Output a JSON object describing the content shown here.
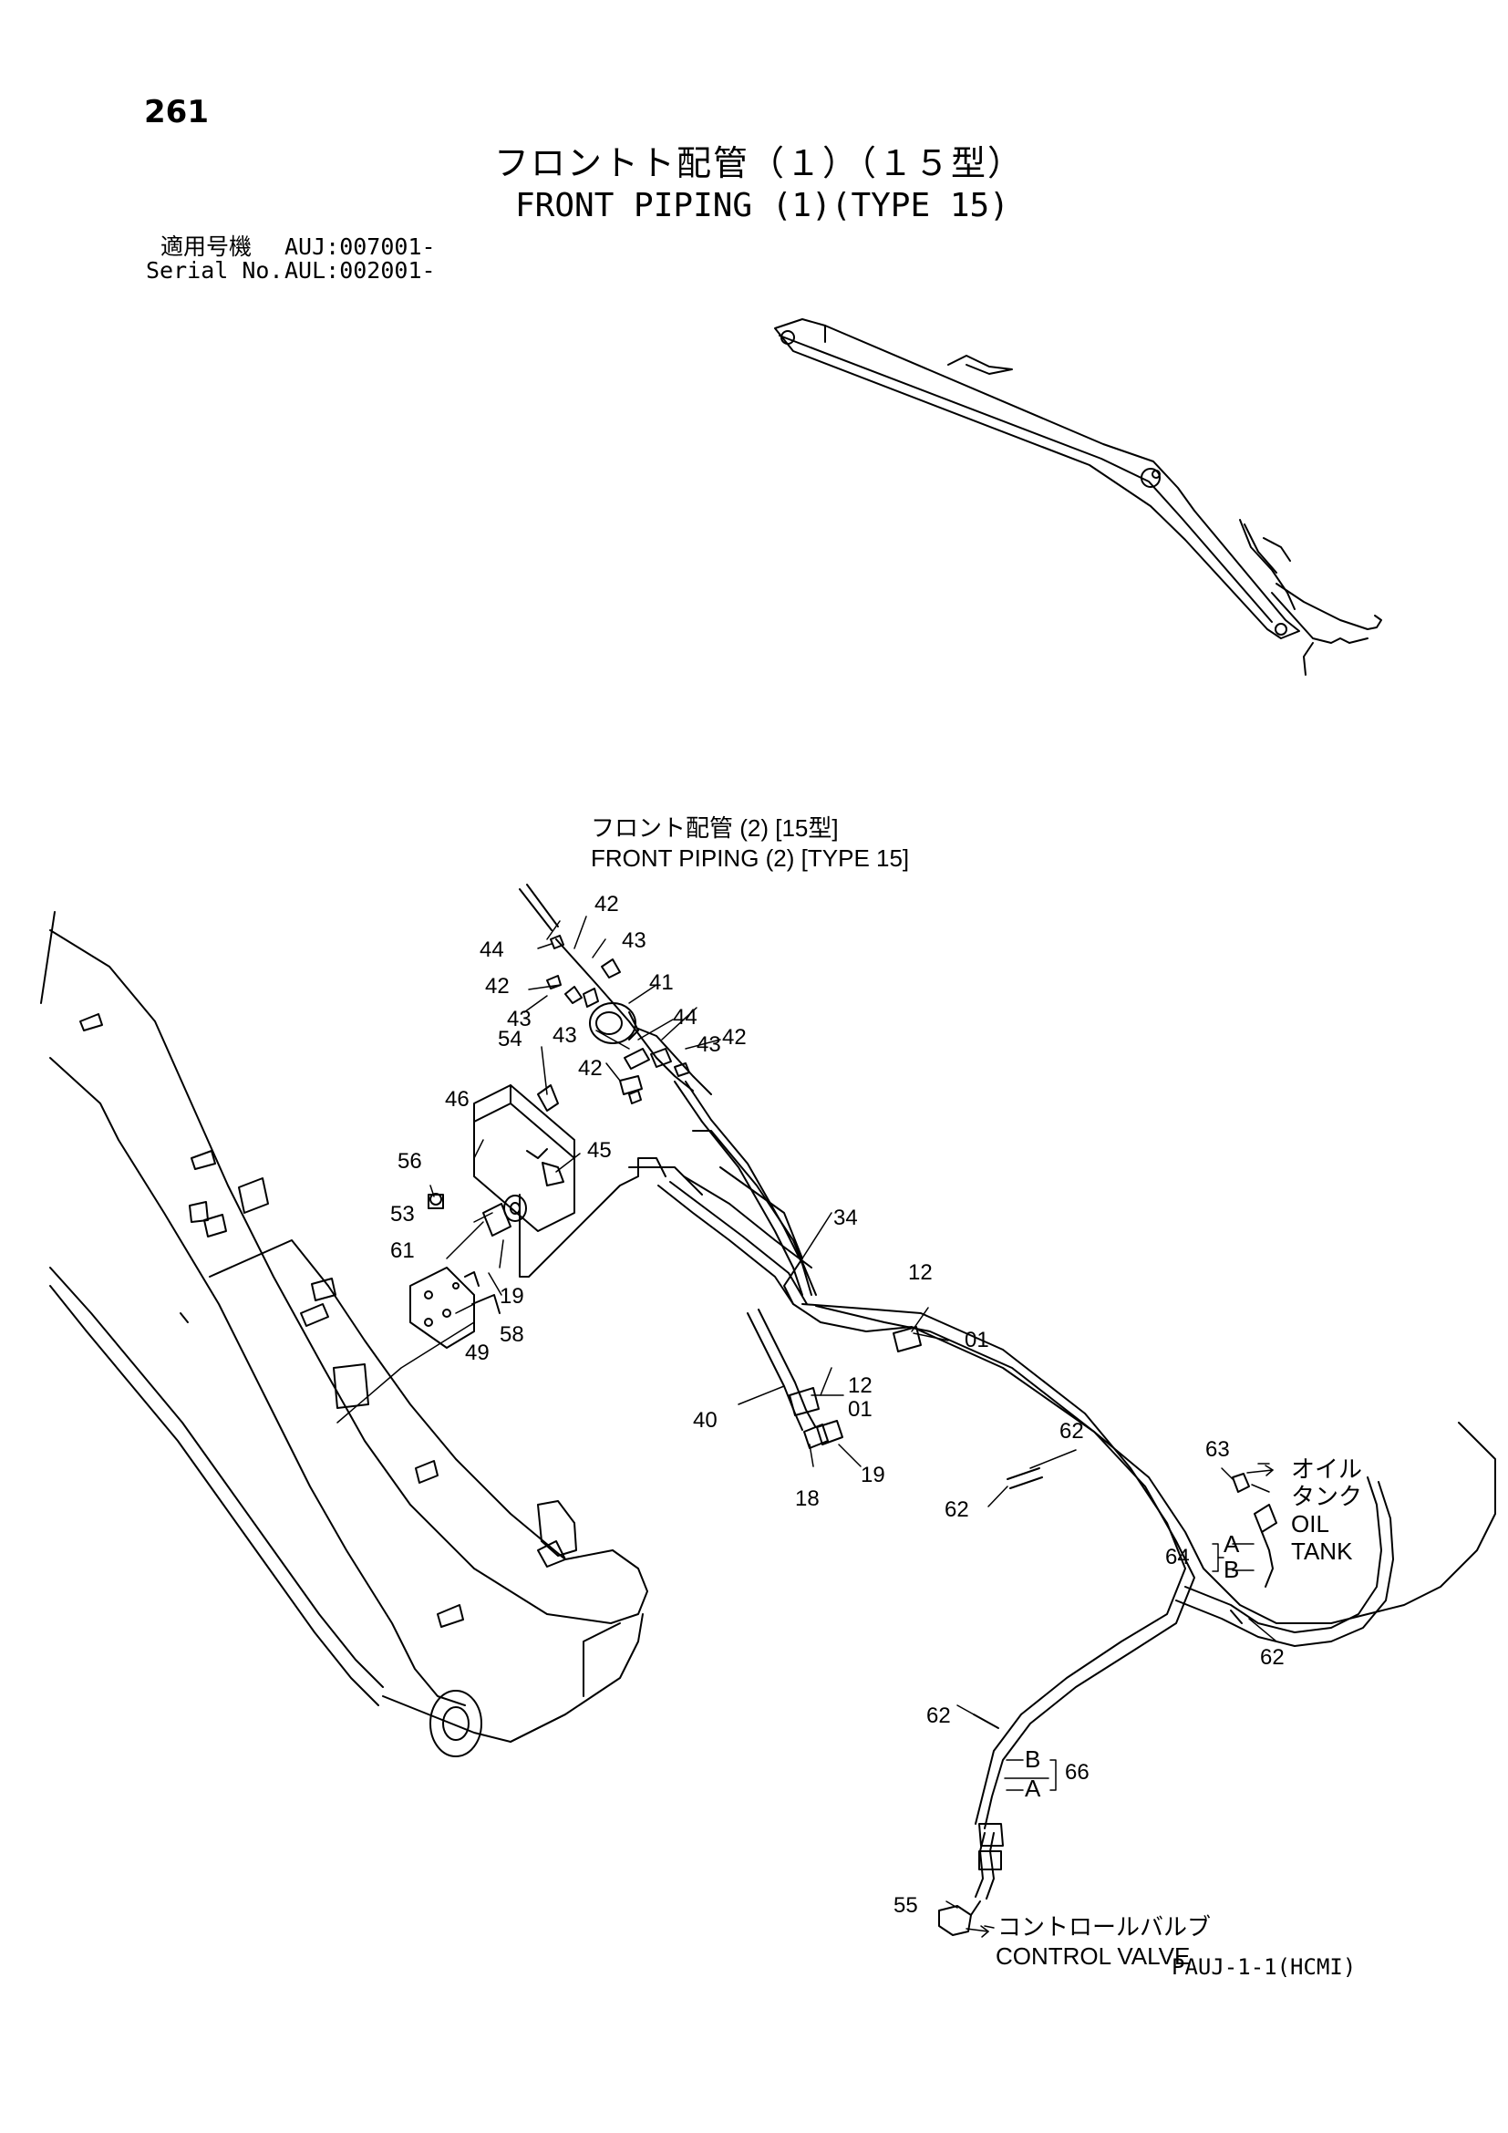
{
  "header": {
    "page_number": "261",
    "title_jp": "フロントト配管（１）（１５型）",
    "title_en": "FRONT PIPING (1)(TYPE 15)",
    "applicable_label_jp": "適用号機",
    "applicable_value": "AUJ:007001-",
    "serial_label": "Serial No.",
    "serial_value": "AUL:002001-"
  },
  "reference": {
    "jp": "フロント配管 (2) [15型]",
    "en": "FRONT PIPING (2) [TYPE 15]"
  },
  "destinations": {
    "oil_tank_jp": "オイル",
    "oil_tank_jp2": "タンク",
    "oil_tank_en1": "OIL",
    "oil_tank_en2": "TANK",
    "control_valve_jp": "コントロールバルブ",
    "control_valve_en": "CONTROL VALVE"
  },
  "port_labels": {
    "a": "A",
    "b": "B"
  },
  "callouts": {
    "c42a": "42",
    "c43a": "43",
    "c44a": "44",
    "c42b": "42",
    "c43b": "43",
    "c41": "41",
    "c44b": "44",
    "c43c": "43",
    "c43d": "43",
    "c42c": "42",
    "c42d": "42",
    "c54": "54",
    "c46": "46",
    "c45": "45",
    "c56": "56",
    "c53": "53",
    "c61": "61",
    "c19a": "19",
    "c58": "58",
    "c49": "49",
    "c34": "34",
    "c12a": "12",
    "c01a": "01",
    "c12b": "12",
    "c01b": "01",
    "c40": "40",
    "c18": "18",
    "c19b": "19",
    "c62a": "62",
    "c62b": "62",
    "c63": "63",
    "c64": "64",
    "c62c": "62",
    "c62d": "62",
    "c66": "66",
    "c55": "55"
  },
  "footer": {
    "code": "PAUJ-1-1(HCMI)"
  }
}
